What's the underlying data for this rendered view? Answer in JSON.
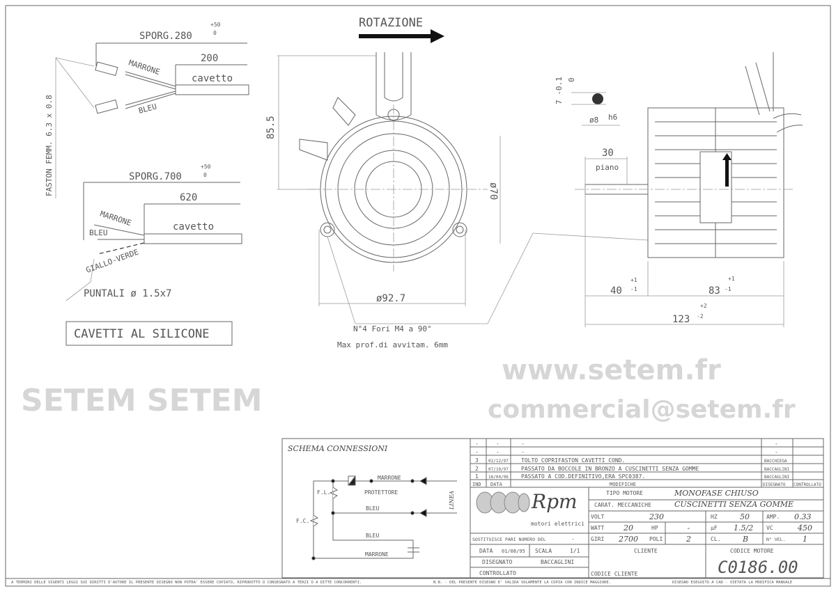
{
  "header": {
    "rotation_label": "ROTAZIONE"
  },
  "cable_short": {
    "overhang": "SPORG.280",
    "tol_plus": "+50",
    "tol_zero": "0",
    "length": "200",
    "cable": "cavetto",
    "wire1": "MARRONE",
    "wire2": "BLEU",
    "faston": "FASTON FEMM. 6.3 x 0.8"
  },
  "cable_long": {
    "overhang": "SPORG.700",
    "tol_plus": "+50",
    "tol_zero": "0",
    "length": "620",
    "cable": "cavetto",
    "wire1": "MARRONE",
    "wire2": "BLEU",
    "wire3": "GIALLO-VERDE",
    "tips": "PUNTALI ø 1.5x7"
  },
  "silicone_label": "CAVETTI AL SILICONE",
  "front_view": {
    "height_dim": "85.5",
    "inner_dim": "ø70",
    "outer_dim": "ø92.7",
    "holes_note": "N°4 Fori M4 a 90°",
    "depth_note": "Max prof.di avvitam. 6mm"
  },
  "side_view": {
    "flat_tol_a": "0",
    "flat_tol_b": "7 -0.1",
    "shaft_dia": "ø8",
    "shaft_fit": "h6",
    "flat_len": "30",
    "flat_label": "piano",
    "dim_40": "40",
    "dim_40_tol_a": "+1",
    "dim_40_tol_b": "-1",
    "dim_83": "83",
    "dim_83_tol_a": "+1",
    "dim_83_tol_b": "-1",
    "dim_123": "123",
    "dim_123_tol_a": "+2",
    "dim_123_tol_b": "-2"
  },
  "schema": {
    "title": "SCHEMA CONNESSIONI",
    "marrone": "MARRONE",
    "protettore": "PROTETTORE",
    "bleu": "BLEU",
    "bleu2": "BLEU",
    "marrone2": "MARRONE",
    "fl": "F.L.",
    "fc": "F.C.",
    "linea": "LINEA"
  },
  "revisions": {
    "rows": [
      {
        "ind": "-",
        "data": "-",
        "mod": "-",
        "dis": "-",
        "ctrl": ""
      },
      {
        "ind": "-",
        "data": "-",
        "mod": "-",
        "dis": "-",
        "ctrl": ""
      },
      {
        "ind": "3",
        "data": "02/12/97",
        "mod": "TOLTO COPRIFASTON CAVETTI COND.",
        "dis": "BACCHIEGA",
        "ctrl": ""
      },
      {
        "ind": "2",
        "data": "07/10/97",
        "mod": "PASSATO DA BOCCOLE IN BRONZO A CUSCINETTI SENZA GOMME",
        "dis": "BACCAGLINI",
        "ctrl": ""
      },
      {
        "ind": "1",
        "data": "16/04/96",
        "mod": "PASSATO A COD.DEFINITIVO,ERA SPC0387.",
        "dis": "BACCAGLINI",
        "ctrl": ""
      }
    ],
    "headers": {
      "ind": "IND",
      "data": "DATA",
      "mod": "MODIFICHE",
      "dis": "DISEGNATO",
      "ctrl": "CONTROLLATO"
    }
  },
  "logo": {
    "brand": "Rpm",
    "tagline": "motori elettrici"
  },
  "specs": {
    "tipo_label": "TIPO MOTORE",
    "tipo": "MONOFASE CHIUSO",
    "carat_label": "CARAT. MECCANICHE",
    "carat": "CUSCINETTI SENZA GOMME",
    "volt_label": "VOLT",
    "volt": "230",
    "hz_label": "HZ",
    "hz": "50",
    "amp_label": "AMP.",
    "amp": "0.33",
    "watt_label": "WATT",
    "watt": "20",
    "hp_label": "HP",
    "hp": "-",
    "uf_label": "µF",
    "uf": "1.5/2",
    "vc_label": "VC",
    "vc": "450",
    "giri_label": "GIRI",
    "giri": "2700",
    "poli_label": "POLI",
    "poli": "2",
    "cl_label": "CL.",
    "cl": "B",
    "vel_label": "N° VEL.",
    "vel": "1"
  },
  "admin": {
    "sost_label": "SOSTITUISCE PARI NUMERO DEL",
    "sost": "-",
    "data_label": "DATA",
    "data": "01/08/95",
    "scala_label": "SCALA",
    "scala": "1/1",
    "disegnato_label": "DISEGNATO",
    "disegnato": "BACCAGLINI",
    "controllato_label": "CONTROLLATO",
    "cliente_label": "CLIENTE",
    "codice_cliente_label": "CODICE CLIENTE",
    "codice_motore_label": "CODICE MOTORE",
    "codice_motore": "C0186.00"
  },
  "footer": {
    "copyright": "A TERMINI DELLE VIGENTI LEGGI SUI DIRITTI D'AUTORE IL PRESENTE DISEGNO NON POTRA' ESSERE COPIATO, RIPRODOTTO O CONSEGNATO A TERZI O A DITTE CONCORRENTI.",
    "nb": "N.B. - DEL PRESENTE DISEGNO E' VALIDA SOLAMENTE LA COPIA CON INDICE MAGGIORE.",
    "cad": "DISEGNO ESEGUITO A CAD - VIETATA LA MODIFICA MANUALE"
  },
  "watermark": {
    "line1": "www.setem.fr",
    "line2": "SETEM SETEM",
    "line3": "commercial@setem.fr"
  }
}
